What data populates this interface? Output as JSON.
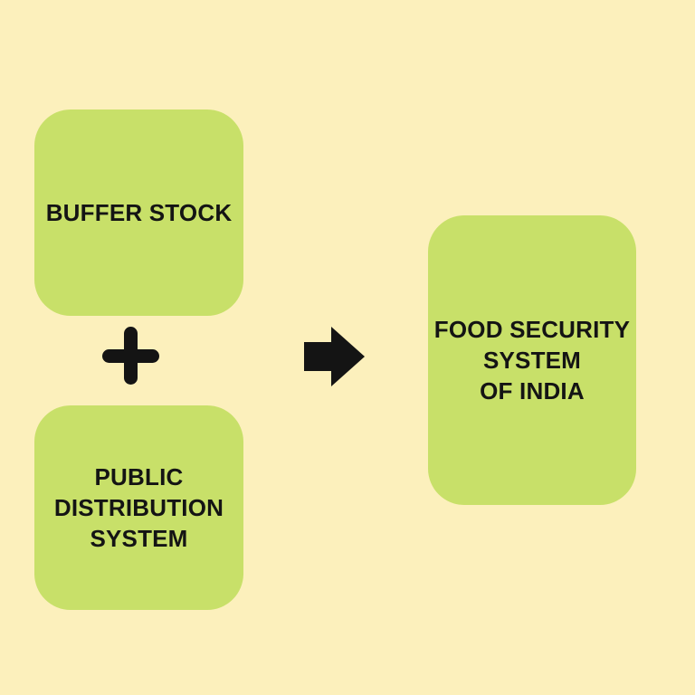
{
  "diagram": {
    "boxes": [
      {
        "id": "buffer-stock",
        "lines": [
          "BUFFER STOCK"
        ]
      },
      {
        "id": "public-distribution-system",
        "lines": [
          "PUBLIC",
          "DISTRIBUTION",
          "SYSTEM"
        ]
      },
      {
        "id": "food-security-system-of-india",
        "lines": [
          "FOOD SECURITY",
          "SYSTEM",
          "OF INDIA"
        ]
      }
    ],
    "operators": [
      {
        "id": "plus-icon",
        "glyph": "+"
      },
      {
        "id": "arrow-right-icon",
        "glyph": "→"
      }
    ],
    "colors": {
      "background": "#FCF0BC",
      "box_fill": "#C8E069",
      "ink": "#141414"
    }
  }
}
